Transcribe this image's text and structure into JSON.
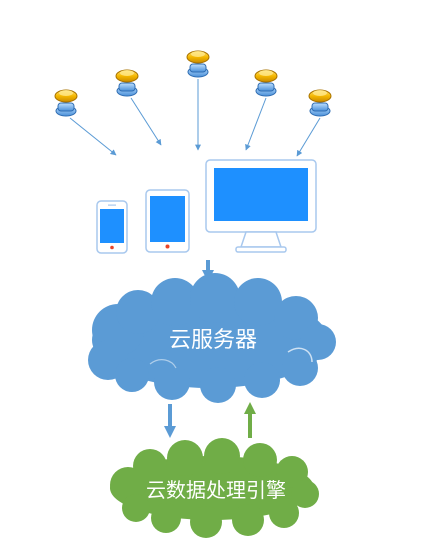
{
  "users": [
    {
      "icon": "user-icon"
    },
    {
      "icon": "user-icon"
    },
    {
      "icon": "user-icon"
    },
    {
      "icon": "user-icon"
    },
    {
      "icon": "user-icon"
    }
  ],
  "devices": [
    {
      "kind": "phone",
      "icon": "smartphone-icon"
    },
    {
      "kind": "tablet",
      "icon": "tablet-icon"
    },
    {
      "kind": "monitor",
      "icon": "desktop-monitor-icon"
    }
  ],
  "cloud_server": {
    "label": "云服务器",
    "color": "#5b9bd5"
  },
  "cloud_engine": {
    "label": "云数据处理引擎",
    "color": "#70ad47"
  },
  "colors": {
    "arrow_blue": "#5b9bd5",
    "arrow_green": "#70ad47",
    "screen_blue": "#1e90ff",
    "device_frame": "#a8c8ee",
    "user_gold": "#f5b800",
    "user_blue": "#4a90d9"
  }
}
